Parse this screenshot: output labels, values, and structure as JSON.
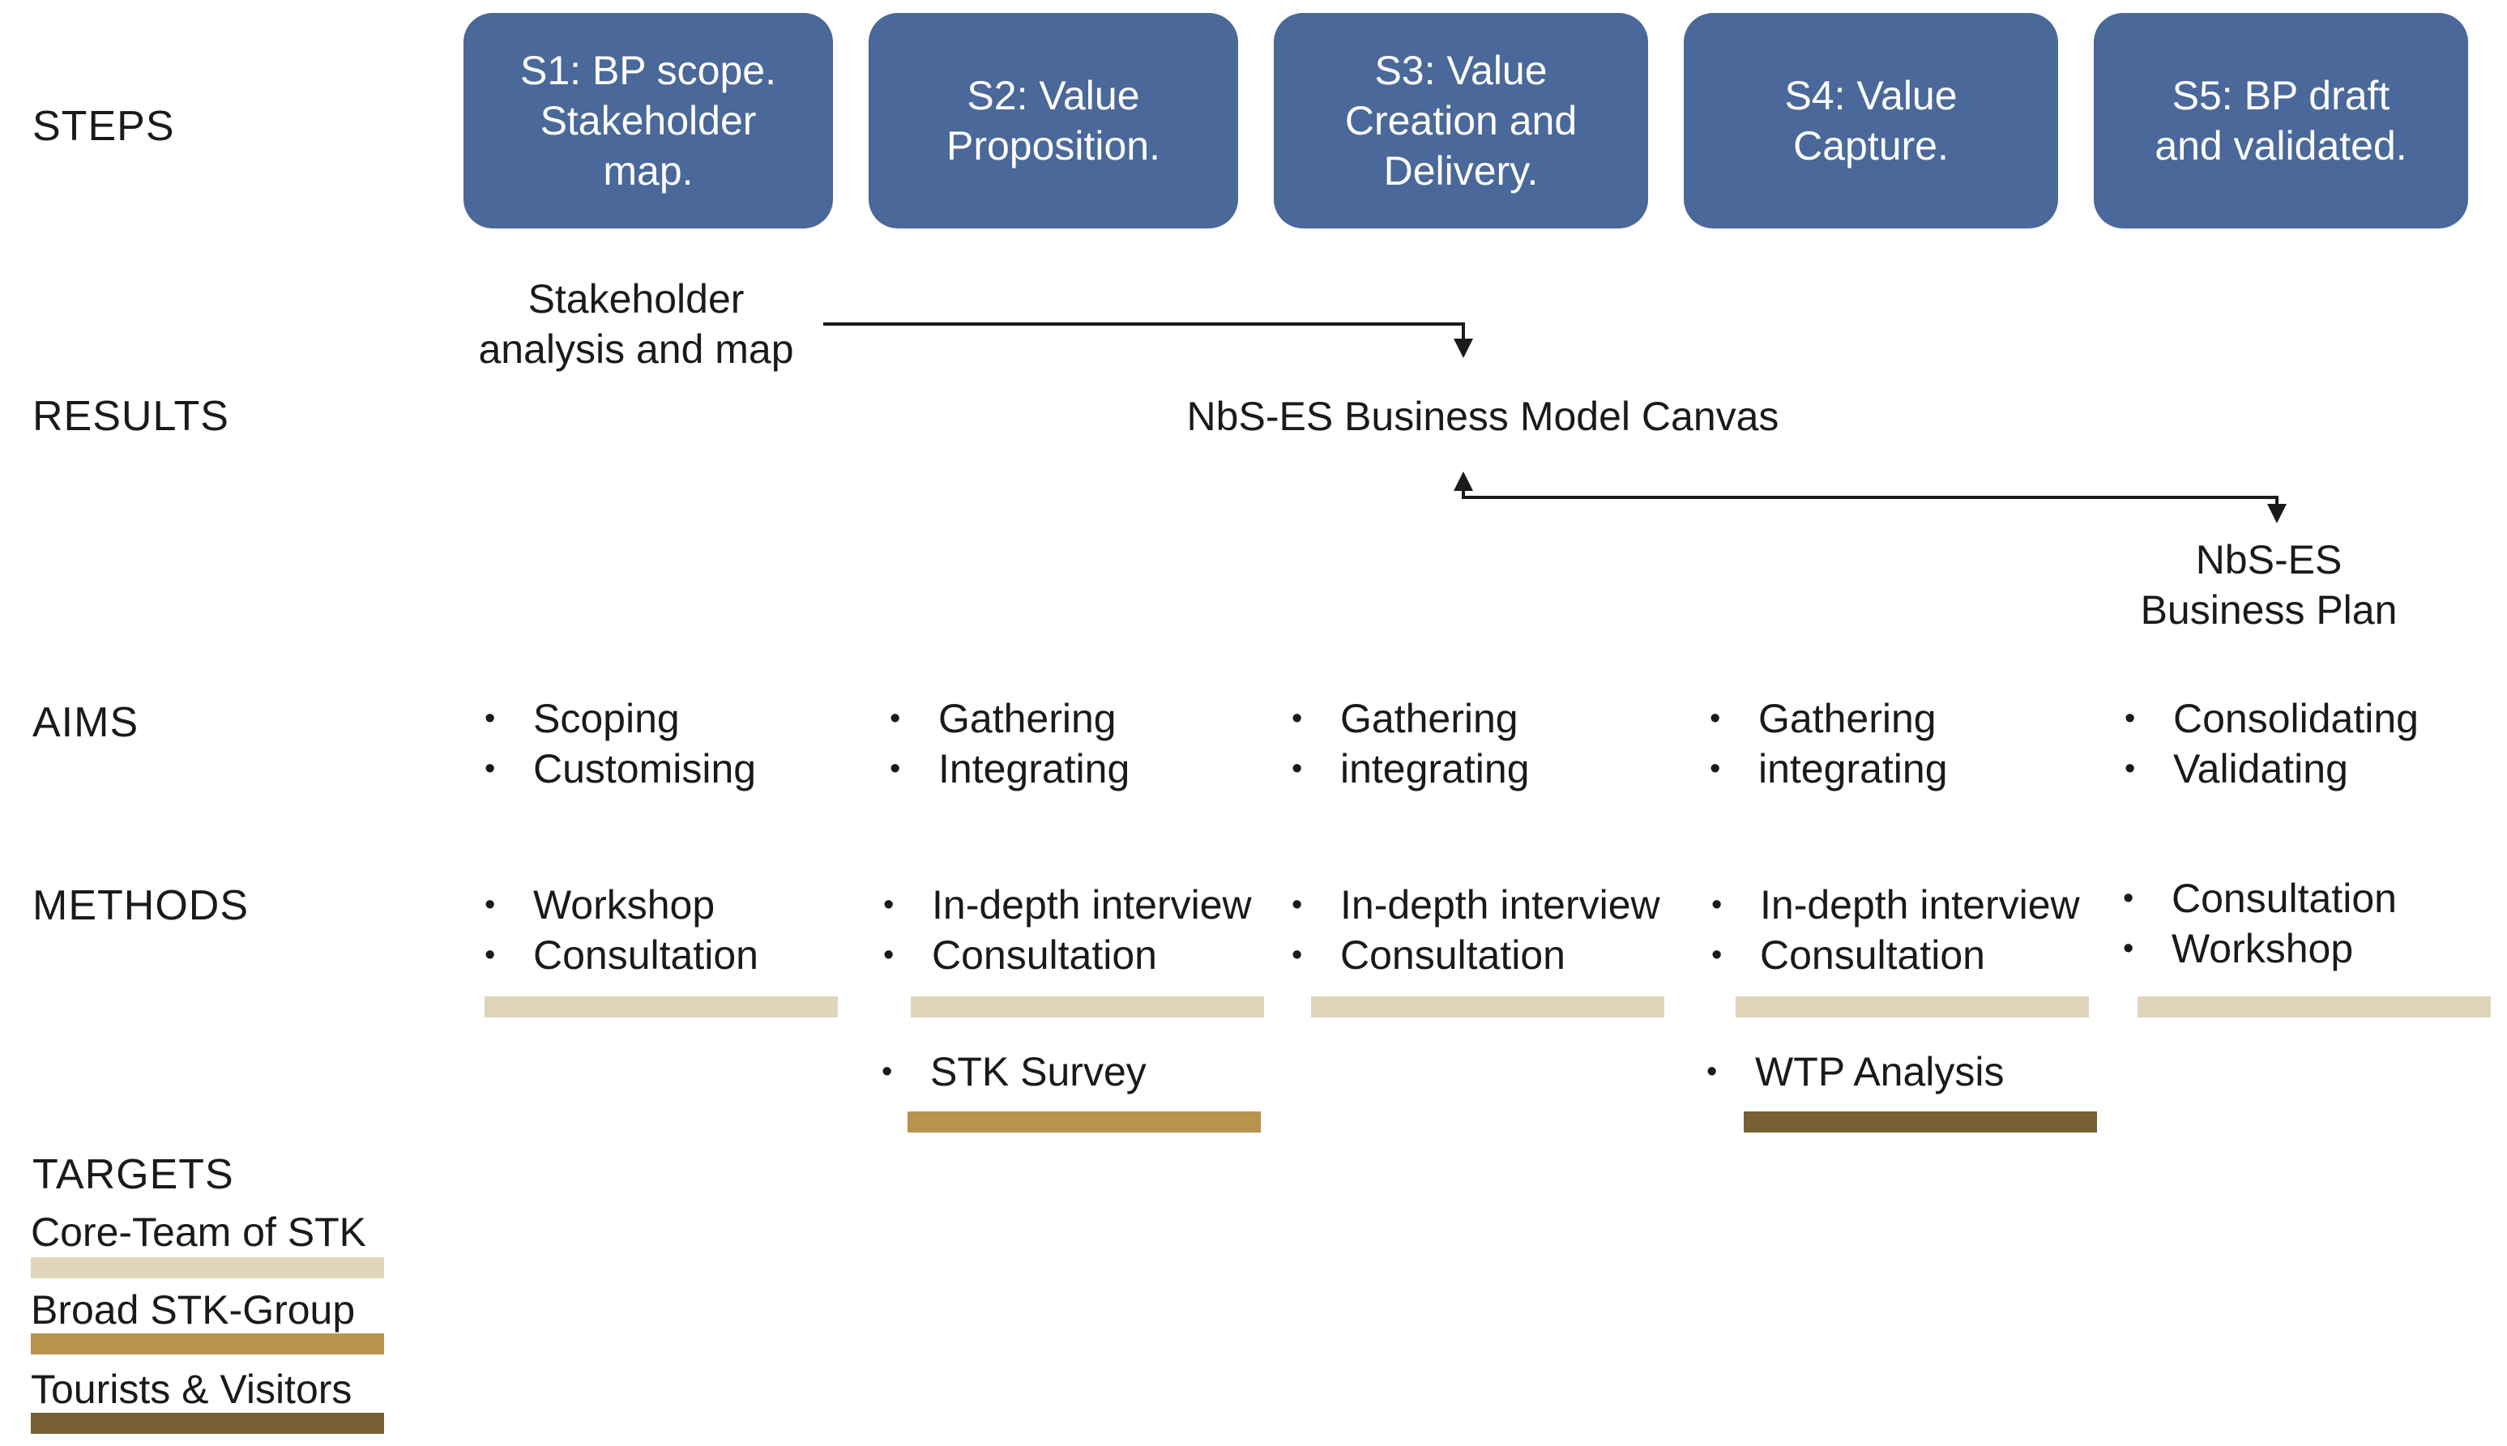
{
  "colors": {
    "step_fill": "#4a6899",
    "core_team": "#e0d5b9",
    "broad_group": "#b7934e",
    "tourists": "#786034",
    "arrow": "#1a1a1a"
  },
  "row_labels": {
    "steps": "STEPS",
    "results": "RESULTS",
    "aims": "AIMS",
    "methods": "METHODS",
    "targets": "TARGETS"
  },
  "steps": [
    "S1: BP scope.\nStakeholder\nmap.",
    "S2: Value\nProposition.",
    "S3: Value\nCreation and\nDelivery.",
    "S4:  Value\nCapture.",
    "S5: BP draft\nand validated."
  ],
  "results": {
    "stakeholder_analysis": "Stakeholder\nanalysis and map",
    "canvas": "NbS-ES Business Model Canvas",
    "business_plan": "NbS-ES\nBusiness Plan"
  },
  "aims": [
    [
      "Scoping",
      "Customising"
    ],
    [
      "Gathering",
      "Integrating"
    ],
    [
      "Gathering",
      "integrating"
    ],
    [
      "Gathering",
      "integrating"
    ],
    [
      "Consolidating",
      "Validating"
    ]
  ],
  "methods": [
    [
      "Workshop",
      "Consultation"
    ],
    [
      "In-depth interview",
      "Consultation"
    ],
    [
      "In-depth interview",
      "Consultation"
    ],
    [
      "In-depth interview",
      "Consultation"
    ],
    [
      "Consultation",
      "Workshop"
    ]
  ],
  "extra_methods": {
    "stk_survey": "STK Survey",
    "wtp_analysis": "WTP Analysis"
  },
  "targets": [
    {
      "label": "Core-Team of STK",
      "color": "#e0d5b9"
    },
    {
      "label": "Broad STK-Group",
      "color": "#b7934e"
    },
    {
      "label": "Tourists & Visitors",
      "color": "#786034"
    }
  ]
}
